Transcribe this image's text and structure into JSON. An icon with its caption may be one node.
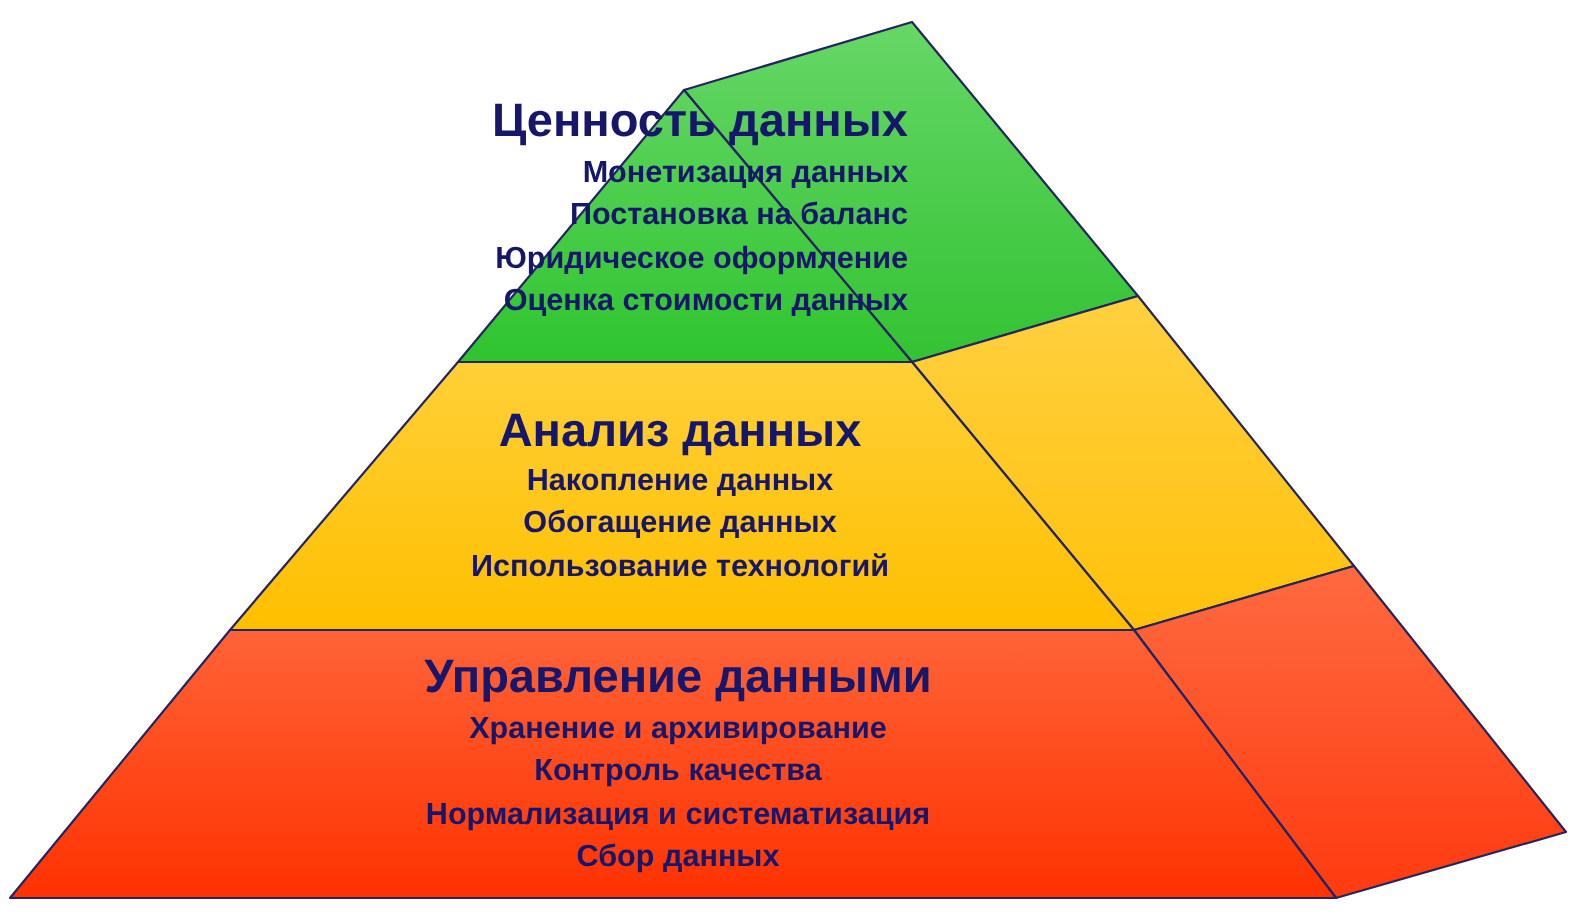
{
  "diagram": {
    "nodes": [
      {
        "text": [
          "Ценность данных",
          "Монетизация данных",
          "Постановка на баланс",
          "Юридическое оформление",
          "Оценка стоимости данных"
        ]
      },
      {
        "text": [
          "Анализ данных",
          "Накопление данных",
          "Обогащение данных",
          "Использование технологий"
        ]
      },
      {
        "text": [
          "Управление данными",
          "Хранение и архивирование",
          "Контроль качества",
          "Нормализация и систематизация",
          "Сбор данных"
        ]
      }
    ]
  }
}
